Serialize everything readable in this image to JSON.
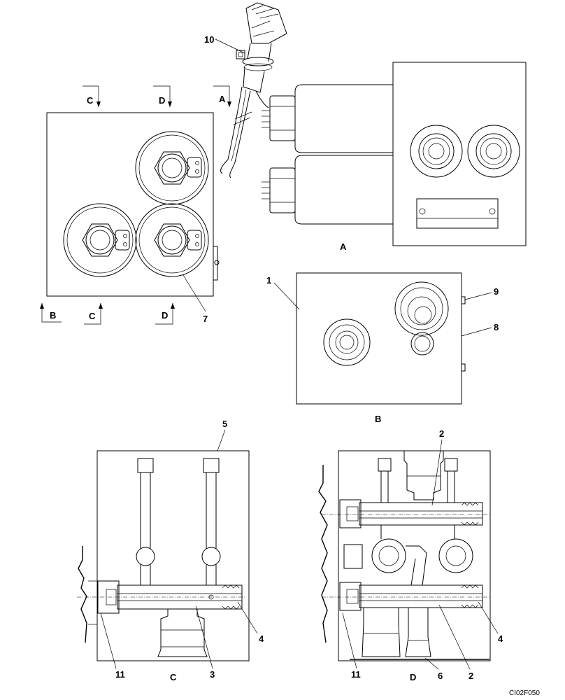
{
  "figure": {
    "code": "CI02F050",
    "view_labels": {
      "a": "A",
      "b": "B",
      "c": "C",
      "d": "D"
    },
    "section_marks": {
      "c": "C",
      "d": "D",
      "a": "A",
      "b": "B"
    },
    "callouts": {
      "n1": "1",
      "n2": "2",
      "n3": "3",
      "n4": "4",
      "n5": "5",
      "n6": "6",
      "n7": "7",
      "n8": "8",
      "n9": "9",
      "n10": "10",
      "n11": "11"
    }
  }
}
